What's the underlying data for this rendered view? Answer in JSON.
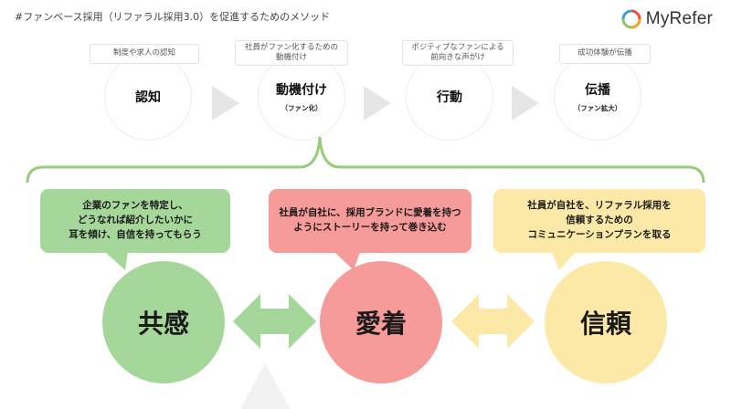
{
  "page": {
    "title": "#ファンベース採用（リファラル採用3.0）を促進するためのメソッド"
  },
  "logo": {
    "text": "MyRefer",
    "icon": "myrefer-logo-icon",
    "colors": [
      "#e94f3d",
      "#f3a21b",
      "#8dc75a",
      "#3aa0d8"
    ]
  },
  "steps": [
    {
      "tag": "制度や求人の認知",
      "title": "認知",
      "sub": ""
    },
    {
      "tag": "社員がファン化するための\n動機付け",
      "title": "動機付け",
      "sub": "（ファン化）"
    },
    {
      "tag": "ポジティブなファンによる\n前向きな声がけ",
      "title": "行動",
      "sub": ""
    },
    {
      "tag": "成功体験が伝播",
      "title": "伝播",
      "sub": "（ファン拡大）"
    }
  ],
  "methods": [
    {
      "bubble": "企業のファンを特定し、\nどうなれば紹介したいかに\n耳を傾け、自信を持ってもらう",
      "label": "共感",
      "color": "#a6d79a"
    },
    {
      "bubble": "社員が自社に、採用ブランドに愛着を持つ\nようにストーリーを持って巻き込む",
      "label": "愛着",
      "color": "#f69a9a"
    },
    {
      "bubble": "社員が自社を、リファラル採用を\n信頼するための\nコミュニケーションプランを取る",
      "label": "信頼",
      "color": "#fde9a7"
    }
  ],
  "colors": {
    "bracket": "#96cd7c",
    "step_arrow": "#e6e6e6",
    "arrow_green": "#a6d79a",
    "arrow_yellow": "#fde9a7",
    "bottom_arrow": "#f2f2f2"
  }
}
